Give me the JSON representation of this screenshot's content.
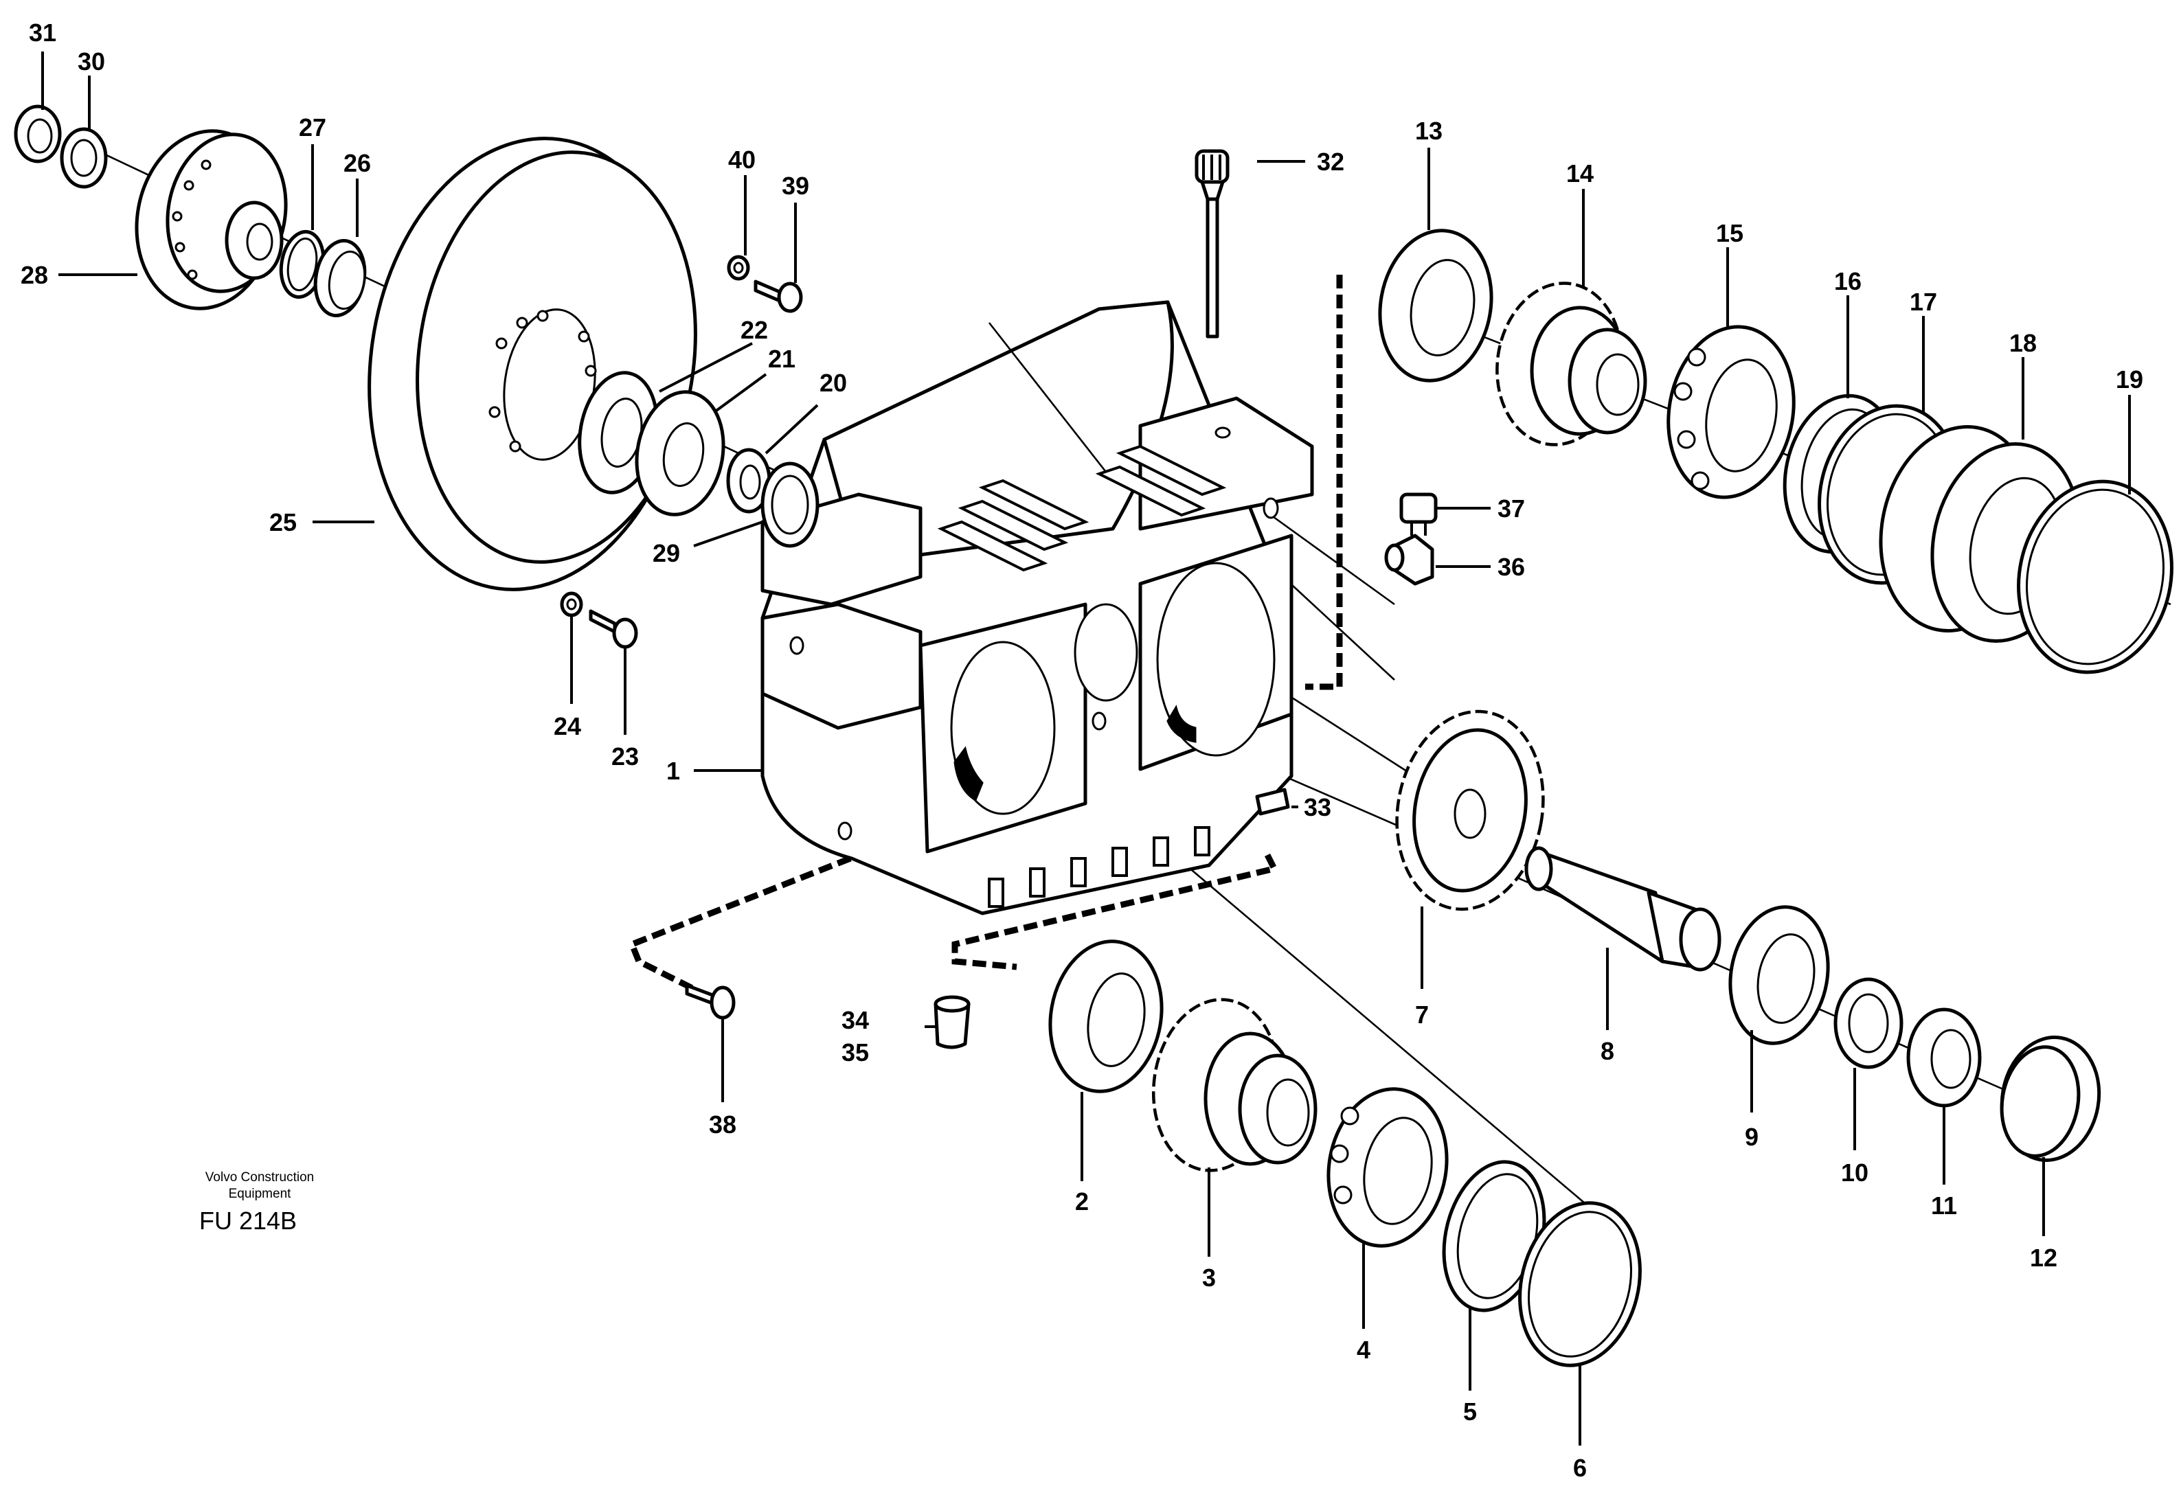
{
  "diagram": {
    "caption_line1": "Volvo Construction",
    "caption_line2": "Equipment",
    "figure_code": "FU 214B",
    "callouts": {
      "c1": "1",
      "c2": "2",
      "c3": "3",
      "c4": "4",
      "c5": "5",
      "c6": "6",
      "c7": "7",
      "c8": "8",
      "c9": "9",
      "c10": "10",
      "c11": "11",
      "c12": "12",
      "c13": "13",
      "c14": "14",
      "c15": "15",
      "c16": "16",
      "c17": "17",
      "c18": "18",
      "c19": "19",
      "c20": "20",
      "c21": "21",
      "c22": "22",
      "c23": "23",
      "c24": "24",
      "c25": "25",
      "c26": "26",
      "c27": "27",
      "c28": "28",
      "c29": "29",
      "c30": "30",
      "c31": "31",
      "c32": "32",
      "c33": "33",
      "c34": "34",
      "c35": "35",
      "c36": "36",
      "c37": "37",
      "c38": "38",
      "c39": "39",
      "c40": "40"
    }
  }
}
